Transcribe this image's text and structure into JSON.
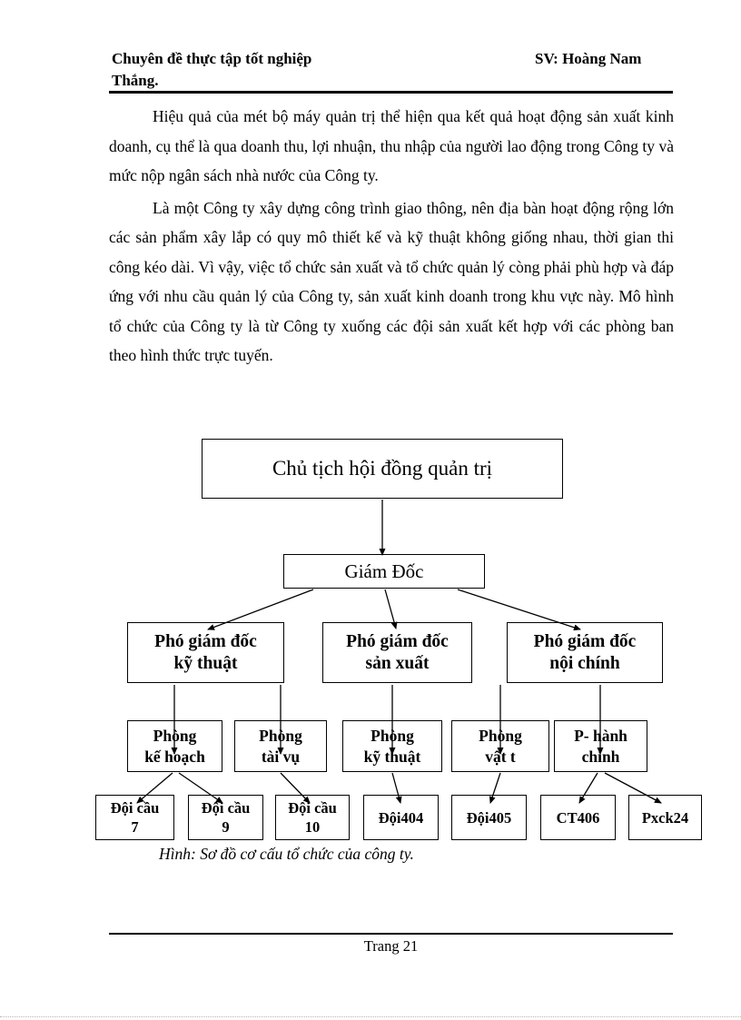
{
  "header": {
    "left_line1": "Chuyên đề thực tập tốt nghiệp",
    "left_line2": "Thắng.",
    "right": "SV: Hoàng Nam"
  },
  "body": {
    "paragraph1": "Hiệu quả của mét bộ máy quản trị thể hiện qua kết quả hoạt động sản xuất kinh doanh, cụ thể là qua doanh thu, lợi nhuận, thu nhập của người lao động trong Công ty và mức nộp ngân sách nhà nước của Công ty.",
    "paragraph2": "Là một Công ty xây dựng công trình giao thông, nên địa bàn hoạt động rộng lớn các sản phẩm xây lắp có quy mô thiết kế và kỹ thuật không giống nhau, thời gian thi công kéo dài. Vì vậy, việc tổ chức sản xuất và tổ chức quản lý còng phải phù hợp và đáp ứng với nhu cầu quản lý của Công ty, sản xuất kinh doanh trong khu vực này. Mô hình tổ chức của Công ty là từ Công ty xuống các đội sản xuất kết hợp với các phòng ban theo hình thức trực tuyến."
  },
  "diagram": {
    "chairman": "Chủ tịch hội đồng quản trị",
    "director": "Giám Đốc",
    "deputies": [
      {
        "line1": "Phó giám đốc",
        "line2": "kỹ thuật"
      },
      {
        "line1": "Phó giám đốc",
        "line2": "sản xuất"
      },
      {
        "line1": "Phó giám đốc",
        "line2": "nội chính"
      }
    ],
    "departments": [
      {
        "line1": "Phòng",
        "line2": "kế hoạch"
      },
      {
        "line1": "Phòng",
        "line2": "tài vụ"
      },
      {
        "line1": "Phòng",
        "line2": "kỹ thuật"
      },
      {
        "line1": "Phòng",
        "line2": "vật t"
      },
      {
        "line1": "P- hành",
        "line2": "chính"
      }
    ],
    "teams": [
      {
        "line1": "Đội cầu",
        "line2": "7"
      },
      {
        "line1": "Đội cầu",
        "line2": "9"
      },
      {
        "line1": "Đội cầu",
        "line2": "10"
      },
      {
        "line1": "Đội404",
        "line2": ""
      },
      {
        "line1": "Đội405",
        "line2": ""
      },
      {
        "line1": "CT406",
        "line2": ""
      },
      {
        "line1": "Pxck24",
        "line2": ""
      }
    ],
    "caption": "Hình: Sơ đồ cơ cấu tổ chức của công ty."
  },
  "footer": {
    "page_label": "Trang 21"
  }
}
